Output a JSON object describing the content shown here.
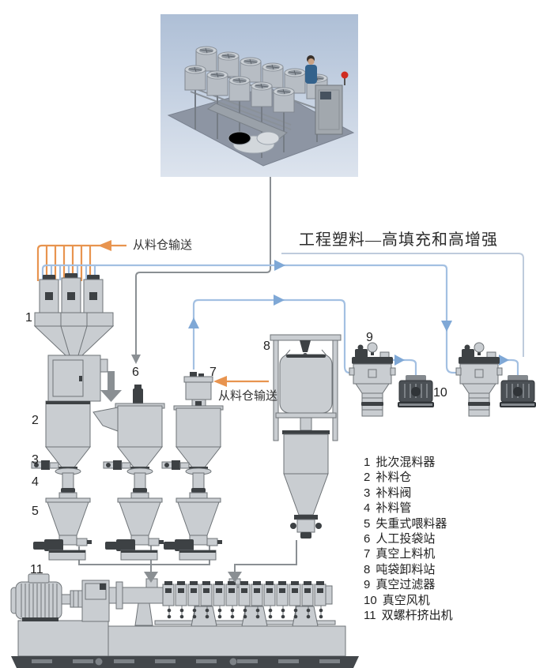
{
  "title": "工程塑料—高填充和高增强",
  "feed_labels": {
    "top": "从料仓输送",
    "middle": "从料仓输送"
  },
  "legend": {
    "items": [
      {
        "num": "1",
        "label": "批次混料器"
      },
      {
        "num": "2",
        "label": "补料仓"
      },
      {
        "num": "3",
        "label": "补料阀"
      },
      {
        "num": "4",
        "label": "补料管"
      },
      {
        "num": "5",
        "label": "失重式喂料器"
      },
      {
        "num": "6",
        "label": "人工投袋站"
      },
      {
        "num": "7",
        "label": "真空上料机"
      },
      {
        "num": "8",
        "label": "吨袋卸料站"
      },
      {
        "num": "9",
        "label": "真空过滤器"
      },
      {
        "num": "10",
        "label": "真空风机"
      },
      {
        "num": "11",
        "label": "双螺杆挤出机"
      }
    ]
  },
  "colors": {
    "pipe_blue": "#a3c0e2",
    "pipe_blue_arrow": "#7fa8d6",
    "pipe_blue_light": "#becbdc",
    "pipe_orange": "#e8944f",
    "line_gray": "#8a8f93",
    "equipment_fill": "#c9cdd1",
    "equipment_stroke": "#6e7377",
    "equipment_dark": "#3d4144",
    "photo_sky_top": "#aebfd6",
    "photo_sky_bottom": "#dde4ee",
    "photo_floor": "#8d95a3",
    "beacon_red": "#cf2b20",
    "person_shirt": "#33628c",
    "text_color": "#2d2d2d"
  }
}
